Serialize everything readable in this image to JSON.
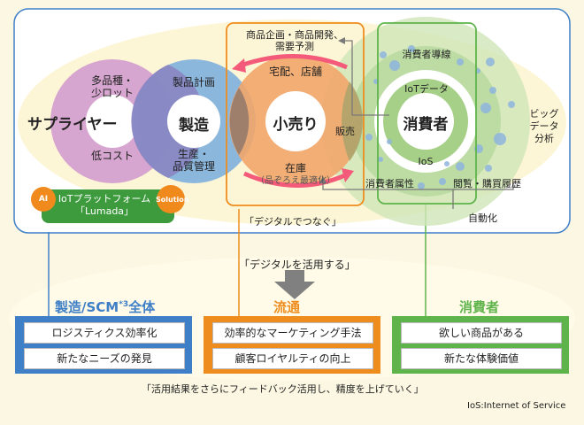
{
  "circles": {
    "supplier": "サプライヤー",
    "many_kinds": "多品種・\n少ロット",
    "low_cost": "低コスト",
    "manufacturing": "製造",
    "production_plan": "製品計画",
    "production_quality": "生産・\n品質管理",
    "retail": "小売り",
    "delivery_store": "宅配、店舗",
    "inventory": "在庫",
    "inventory_sub": "（品ぞろえ最適化）",
    "product_planning": "商品企画・商品開発、\n需要予測",
    "sales": "販売",
    "consumer": "消費者",
    "consumer_flow": "消費者導線",
    "iot_data": "IoTデータ",
    "ios": "IoS",
    "consumer_attr": "消費者属性",
    "history": "閲覧・購買履歴",
    "bigdata": "ビッグ\nデータ\n分析",
    "auto": "自動化"
  },
  "platform": {
    "ai": "AI",
    "label": "IoTプラットフォーム\n「Lumada」",
    "solution": "Solution"
  },
  "connect": "「デジタルでつなぐ」",
  "utilize": "「デジタルを活用する」",
  "panels": [
    {
      "title": "製造/SCM",
      "sup": "*3",
      "title_suffix": "全体",
      "items": [
        "ロジスティクス効率化",
        "新たなニーズの発見"
      ]
    },
    {
      "title": "流通",
      "sup": "",
      "title_suffix": "",
      "items": [
        "効率的なマーケティング手法",
        "顧客ロイヤルティの向上"
      ]
    },
    {
      "title": "消費者",
      "sup": "",
      "title_suffix": "",
      "items": [
        "欲しい商品がある",
        "新たな体験価値"
      ]
    }
  ],
  "feedback": "「活用結果をさらにフィードバック活用し、精度を上げていく」",
  "footnote": "IoS:Internet of Service",
  "colors": {
    "supplier": "#d9a9d2",
    "manufacturing": "#7fb0de",
    "retail": "#f2a66a",
    "consumer": "#b8dba0",
    "panel_blue": "#3f7fc7",
    "panel_orange": "#ee8d1e",
    "panel_green": "#5eb44b"
  }
}
